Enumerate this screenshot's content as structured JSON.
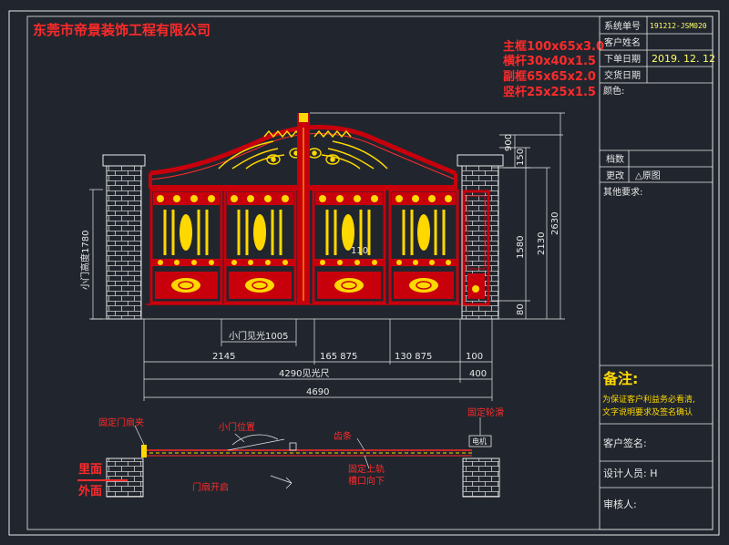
{
  "company_title": "东莞市帝景装饰工程有限公司",
  "specs": [
    "主框100x65x3.0",
    "横杆30x40x1.5",
    "副框65x65x2.0",
    "竖杆25x25x1.5"
  ],
  "colors": {
    "background": "#21262e",
    "frame_line": "#e8e8e8",
    "red": "#ff2a2a",
    "gold": "#ffd800",
    "gate_red": "#c8000c",
    "dim_line": "#f0f0f0",
    "label_yellow": "#ffff66"
  },
  "title_block": {
    "system_no_label": "系统单号",
    "system_no_value": "191212-JSM020",
    "customer_name_label": "客户姓名",
    "order_date_label": "下单日期",
    "order_date_value": "2019. 12. 12",
    "delivery_date_label": "交货日期",
    "color_label": "颜色:",
    "qty_label": "档数",
    "change_label": "更改",
    "change_value": "△原图",
    "other_req_label": "其他要求:",
    "remarks_label": "备注:",
    "remarks_text_1": "为保证客户利益务必看清,",
    "remarks_text_2": "文字说明要求及签名确认",
    "customer_sign_label": "客户签名:",
    "designer_label": "设计人员: H",
    "reviewer_label": "审核人:"
  },
  "dimensions": {
    "small_door_height": "小门高度1780",
    "v_900": "900",
    "v_150": "150",
    "v_1580": "1580",
    "v_2130": "2130",
    "v_2630": "2630",
    "v_80": "80",
    "mid_110": "110",
    "small_door_clear": "小门见光1005",
    "h_2145": "2145",
    "h_165_875": "165  875",
    "h_130_875": "130  875",
    "h_100": "100",
    "clear_width": "4290见光尺",
    "h_400": "400",
    "total_4690": "4690"
  },
  "plan_labels": {
    "fixed_clamp": "固定门扇夹",
    "small_door_position": "小门位置",
    "rack": "齿条",
    "fixed_pulley": "固定轮滑",
    "motor": "电机",
    "inside": "里面",
    "outside": "外面",
    "opening": "门扇开启",
    "rail_1": "固定上轨",
    "rail_2": "槽口向下"
  }
}
